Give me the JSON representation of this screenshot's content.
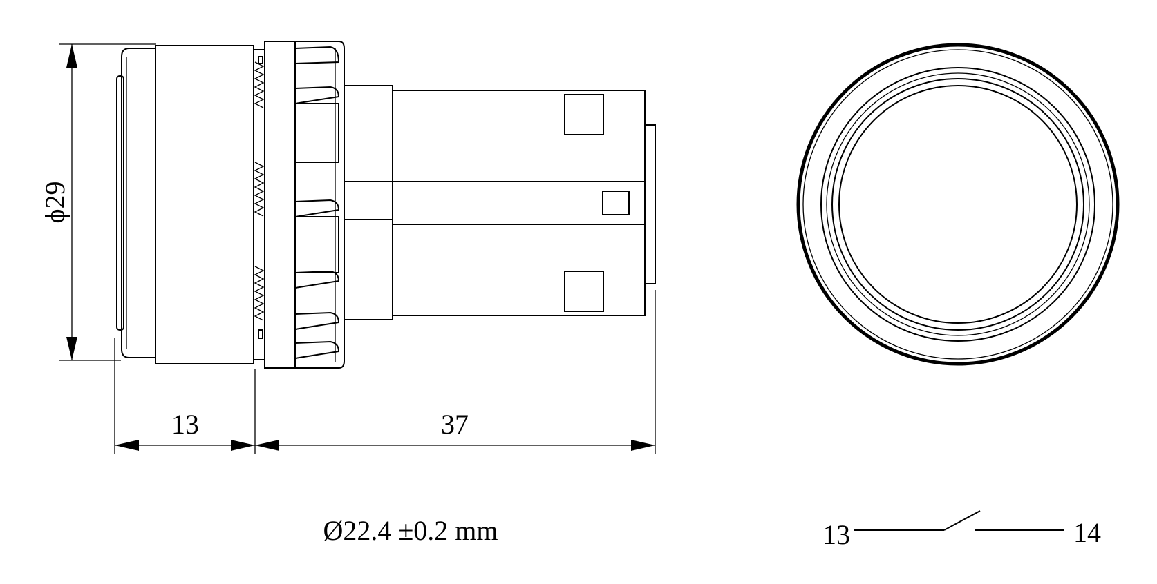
{
  "dimensions": {
    "diameter_label": "ϕ29",
    "front_depth_label": "13",
    "body_length_label": "37",
    "mounting_hole_label": "Ø22.4 ±0.2 mm"
  },
  "circuit": {
    "terminal_left": "13",
    "terminal_right": "14"
  },
  "colors": {
    "line": "#000000",
    "background": "#ffffff"
  }
}
